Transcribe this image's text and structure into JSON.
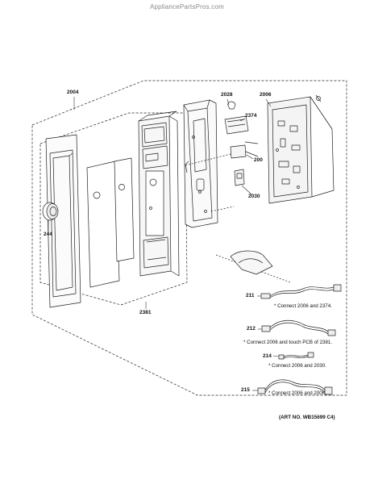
{
  "watermark": "AppliancePartsPros.com",
  "callouts": {
    "c2004": "2004",
    "c2028": "2028",
    "c2006": "2006",
    "c2374": "2374",
    "c200": "200",
    "c2030": "2030",
    "c244": "244",
    "c2381": "2381",
    "c211": "211",
    "c212": "212",
    "c214": "214",
    "c215": "215"
  },
  "notes": {
    "n211": "* Connect 2006 and 2374.",
    "n212": "* Connect 2006 and touch PCB of 2381.",
    "n214": "* Connect 2006 and 2030.",
    "n215": "* Connect 2006 and 200K."
  },
  "art_number": "(ART NO. WB15699 C4)"
}
